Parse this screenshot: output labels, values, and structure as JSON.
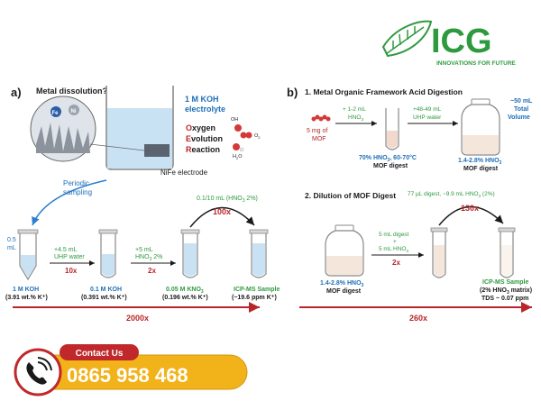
{
  "logo": {
    "text": "ICG",
    "tagline": "INNOVATIONS FOR FUTURE"
  },
  "panel_a": {
    "letter": "a)",
    "metal_dissolution": "Metal dissolution?",
    "fe": "Fe",
    "ni": "Ni",
    "electrolyte_1": "1 M KOH",
    "electrolyte_2": "electrolyte",
    "oer_o": "O",
    "oer_xygen": "xygen",
    "oer_e": "E",
    "oer_volution": "volution",
    "oer_r": "R",
    "oer_eaction": "eaction",
    "oh": "OH",
    "o2": "O",
    "h2o": "H",
    "electrode": "NiFe electrode",
    "periodic_1": "Periodic",
    "periodic_2": "sampling",
    "vol_1": "0.5",
    "vol_2": "mL",
    "step1_a": "+4.5 mL",
    "step1_b": "UHP water",
    "step1_f": "10x",
    "step2_a": "+5 mL",
    "step2_b": "HNO",
    "step2_c": " 2%",
    "step2_f": "2x",
    "step3_a": "0.1/10 mL (HNO",
    "step3_b": " 2%)",
    "step3_f": "100x",
    "t1_a": "1 M KOH",
    "t1_b": "(3.91 wt.% K⁺)",
    "t2_a": "0.1 M KOH",
    "t2_b": "(0.391 wt.% K⁺)",
    "t3_a": "0.05 M KNO",
    "t3_b": "(0.196 wt.% K⁺)",
    "t4_a": "ICP-MS Sample",
    "t4_b": "(~19.6 ppm K⁺)",
    "total": "2000x"
  },
  "panel_b": {
    "letter": "b)",
    "title1": "1. Metal Organic Framework Acid Digestion",
    "mof_a": "5 mg of",
    "mof_b": "MOF",
    "add1_a": "+ 1-2 mL",
    "add1_b": "HNO",
    "add2_a": "+48-49 mL",
    "add2_b": "UHP water",
    "total_a": "~50 mL",
    "total_b": "Total",
    "total_c": "Volume",
    "dig1_a": "70% HNO",
    "dig1_b": ", 60-70°C",
    "dig1_c": "MOF digest",
    "dig2_a": "1.4-2.8% HNO",
    "dig2_b": "MOF digest",
    "title2": "2. Dilution of MOF Digest",
    "top_a": "77 µL digest, ~9.9 mL HNO",
    "top_b": " (2%)",
    "top_f": "130x",
    "mid_a": "5 mL digest",
    "mid_b": "+",
    "mid_c": "5 mL HNO",
    "mid_f": "2x",
    "jar_a": "1.4-2.8% HNO",
    "jar_b": "MOF digest",
    "icp_a": "ICP-MS Sample",
    "icp_b": "(2%  HNO",
    "icp_c": " matrix)",
    "icp_d": "TDS ~ 0.07 ppm",
    "total": "260x"
  },
  "sub": {
    "three": "3",
    "two": "2"
  },
  "contact": {
    "label": "Contact Us",
    "phone": "0865 958 468"
  }
}
